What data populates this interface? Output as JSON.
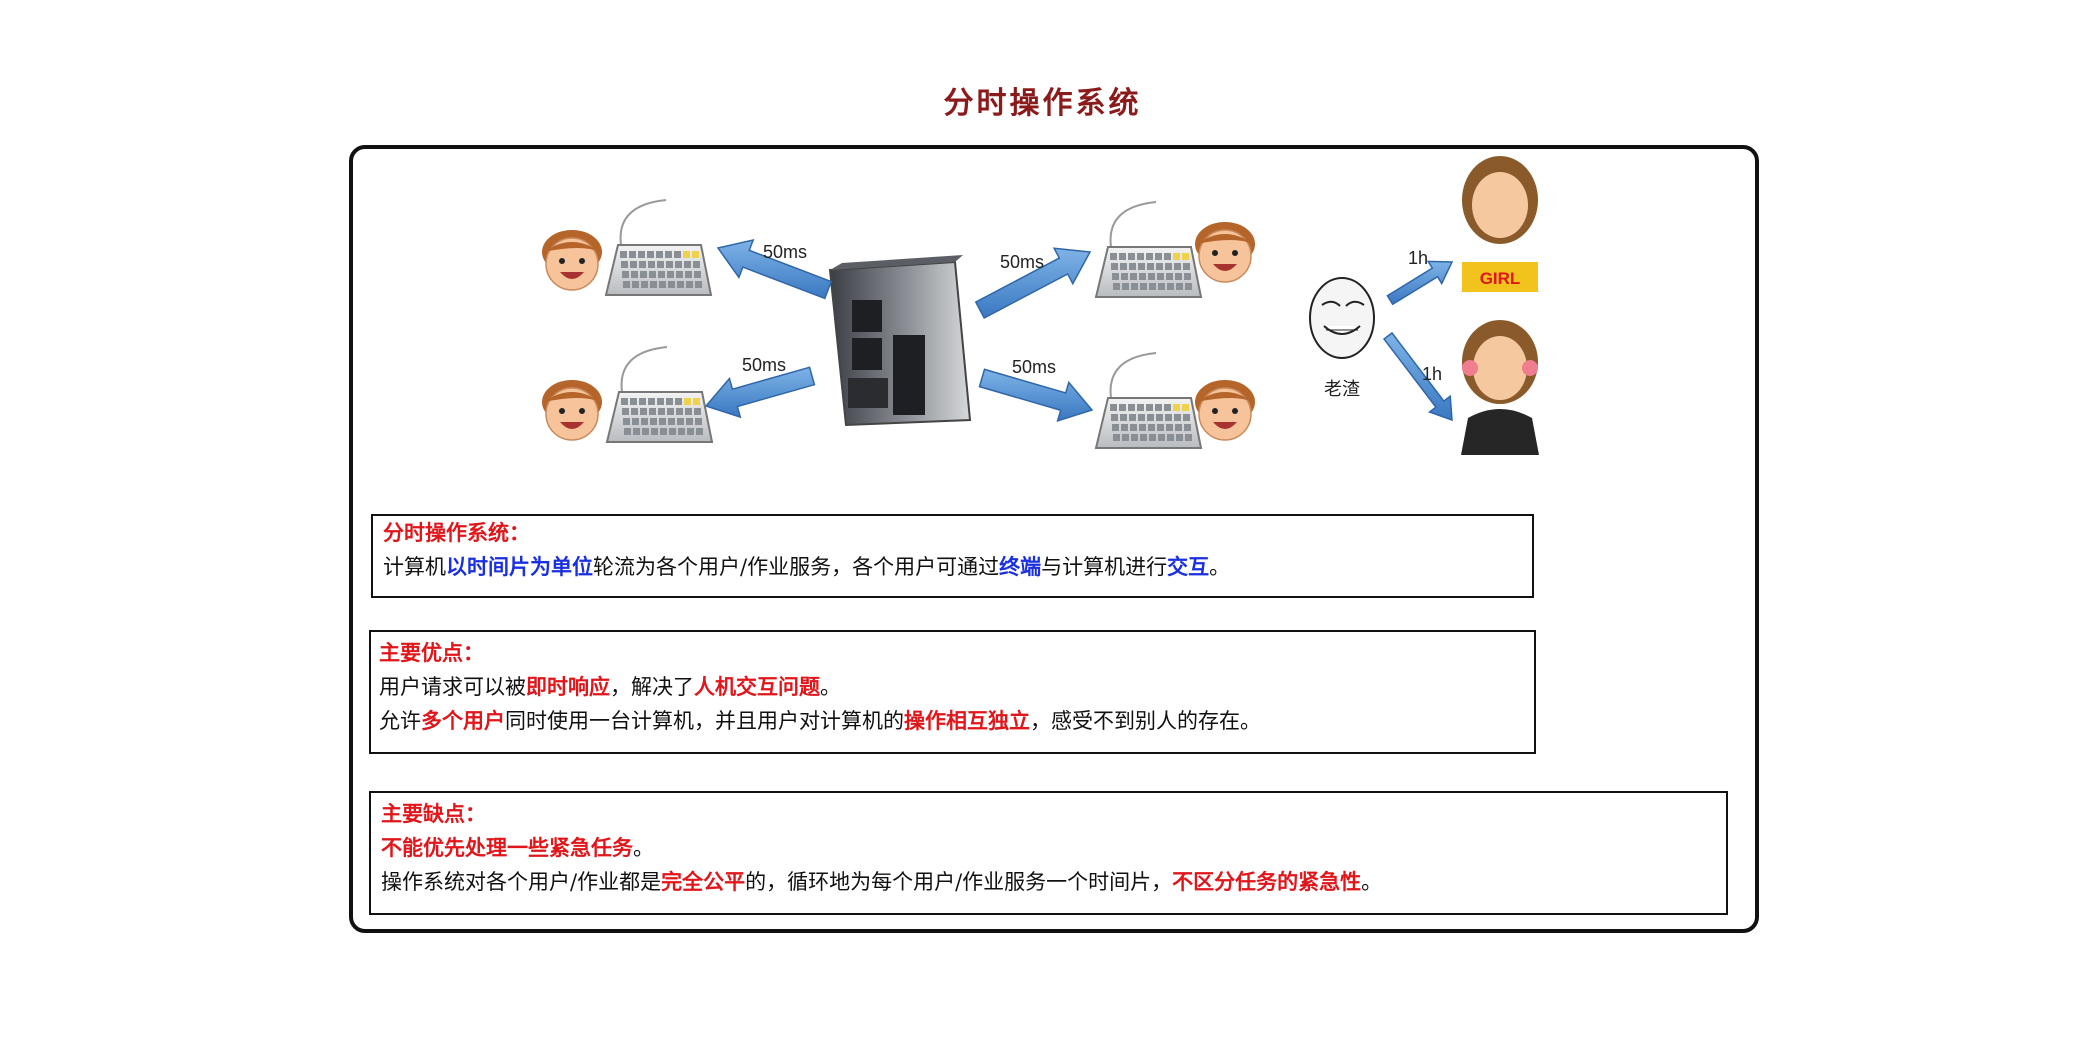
{
  "title": "分时操作系统",
  "diagram": {
    "arrow_labels": [
      "50ms",
      "50ms",
      "50ms",
      "50ms",
      "1h",
      "1h"
    ],
    "person_label": "老渣",
    "shirt_text": "GIRL"
  },
  "box1": {
    "heading": "分时操作系统：",
    "line": [
      {
        "t": "计算机",
        "s": "plain"
      },
      {
        "t": "以时间片为单位",
        "s": "blue"
      },
      {
        "t": "轮流为各个用户/作业服务，各个用户可通过",
        "s": "plain"
      },
      {
        "t": "终端",
        "s": "blue"
      },
      {
        "t": "与计算机进行",
        "s": "plain"
      },
      {
        "t": "交互",
        "s": "blue"
      },
      {
        "t": "。",
        "s": "plain"
      }
    ]
  },
  "box2": {
    "heading": "主要优点：",
    "line1": [
      {
        "t": "用户请求可以被",
        "s": "plain"
      },
      {
        "t": "即时响应",
        "s": "red"
      },
      {
        "t": "，解决了",
        "s": "plain"
      },
      {
        "t": "人机交互问题",
        "s": "red"
      },
      {
        "t": "。",
        "s": "plain"
      }
    ],
    "line2": [
      {
        "t": "允许",
        "s": "plain"
      },
      {
        "t": "多个用户",
        "s": "red"
      },
      {
        "t": "同时使用一台计算机，并且用户对计算机的",
        "s": "plain"
      },
      {
        "t": "操作相互独立",
        "s": "red"
      },
      {
        "t": "，感受不到别人的存在。",
        "s": "plain"
      }
    ]
  },
  "box3": {
    "heading": "主要缺点：",
    "line1": [
      {
        "t": "不能优先处理一些紧急任务",
        "s": "red"
      },
      {
        "t": "。",
        "s": "plain"
      }
    ],
    "line2": [
      {
        "t": "操作系统对各个用户/作业都是",
        "s": "plain"
      },
      {
        "t": "完全公平",
        "s": "red"
      },
      {
        "t": "的，循环地为每个用户/作业服务一个时间片，",
        "s": "plain"
      },
      {
        "t": "不区分任务的紧急性",
        "s": "red"
      },
      {
        "t": "。",
        "s": "plain"
      }
    ]
  }
}
